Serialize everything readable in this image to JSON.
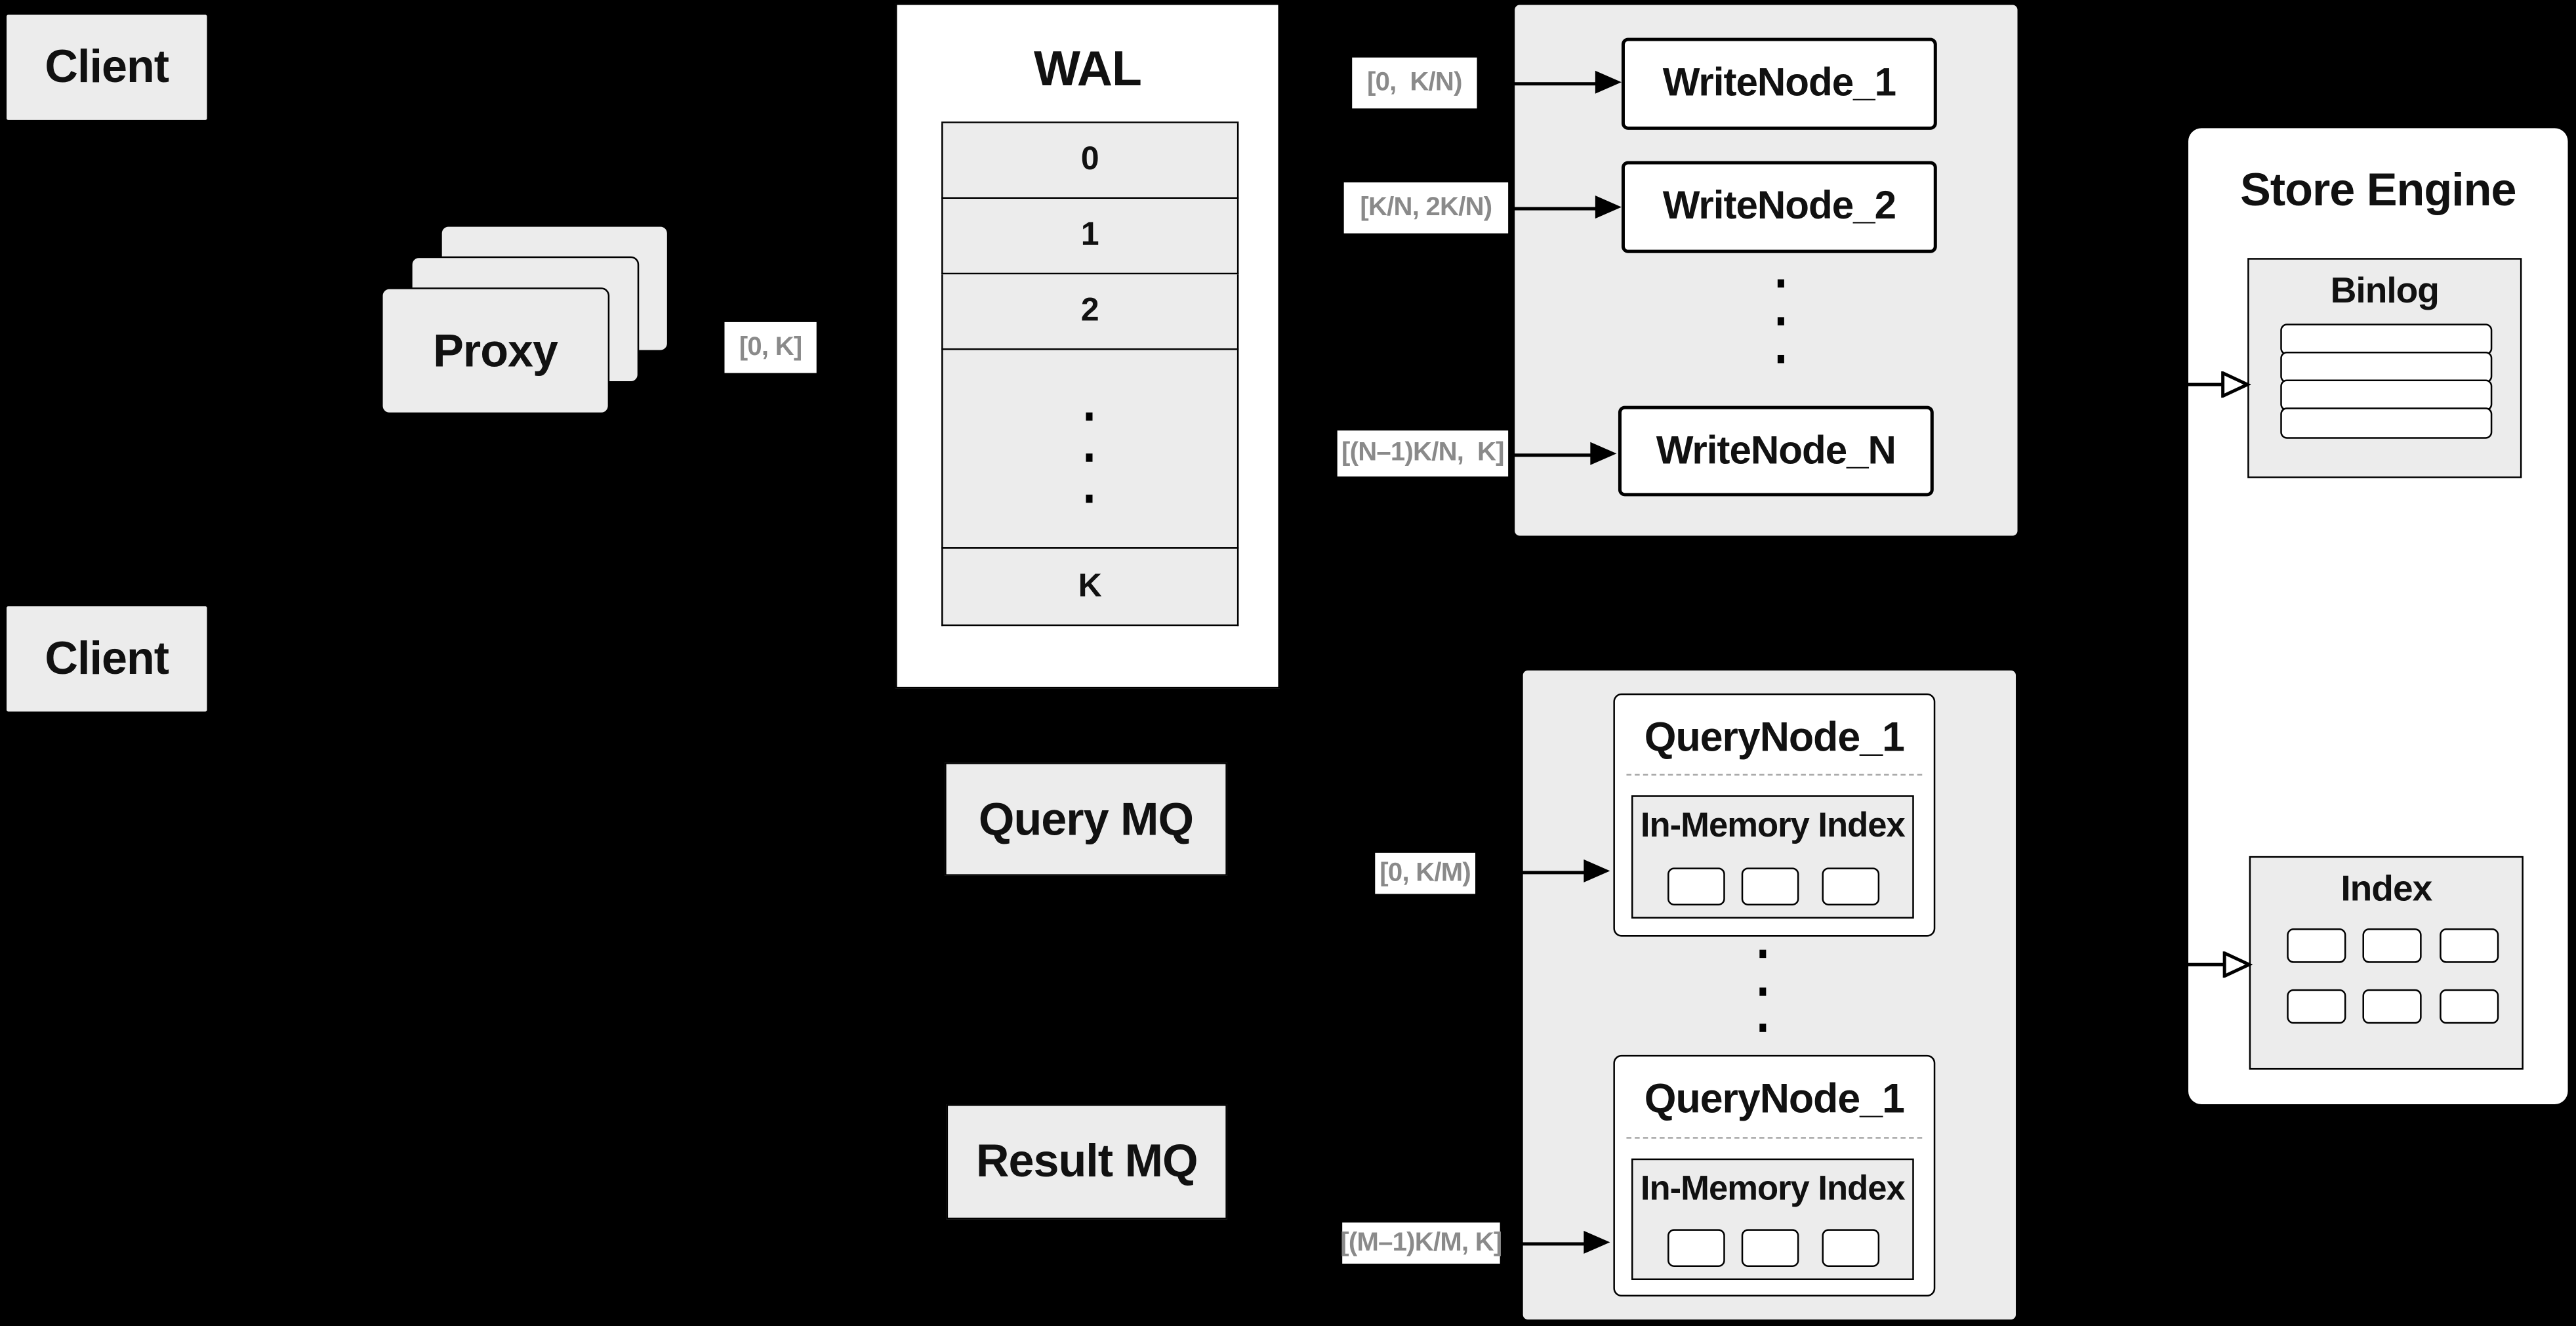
{
  "clients": {
    "top": "Client",
    "bottom": "Client"
  },
  "proxy": {
    "label": "Proxy",
    "range": "[0, K]"
  },
  "wal": {
    "title": "WAL",
    "cells": [
      "0",
      "1",
      "2"
    ],
    "last_cell": "K"
  },
  "write_cluster": {
    "nodes": [
      "WriteNode_1",
      "WriteNode_2",
      "WriteNode_N"
    ],
    "ranges": [
      "[0,  K/N)",
      "[K/N, 2K/N)",
      "[(N–1)K/N,  K]"
    ]
  },
  "mq": {
    "query": "Query MQ",
    "result": "Result MQ"
  },
  "query_cluster": {
    "nodes": [
      {
        "title": "QueryNode_1",
        "subtitle": "In-Memory Index"
      },
      {
        "title": "QueryNode_1",
        "subtitle": "In-Memory Index"
      }
    ],
    "ranges": [
      "[0, K/M)",
      "[(M–1)K/M, K]"
    ]
  },
  "store_engine": {
    "title": "Store Engine",
    "binlog": "Binlog",
    "index": "Index"
  },
  "icons": {
    "solid_arrow": "solid-right-arrow",
    "open_arrow": "open-right-arrow",
    "ellipsis": "vertical-ellipsis-dots"
  },
  "colors": {
    "background": "#000000",
    "box_fill": "#ececec",
    "node_fill": "#ffffff",
    "line": "#000000",
    "muted_text": "#8a8a8a"
  }
}
